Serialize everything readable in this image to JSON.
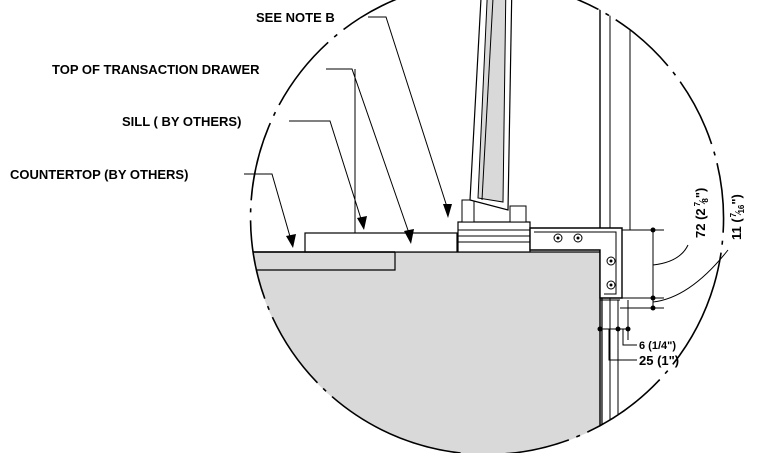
{
  "callouts": {
    "see_note_b": "SEE NOTE B",
    "top_of_transaction_drawer": "TOP OF TRANSACTION DRAWER",
    "sill": "SILL ( BY OTHERS)",
    "countertop": "COUNTERTOP (BY OTHERS)"
  },
  "dimensions": {
    "d72_main": "72 (2",
    "d72_num": "7",
    "d72_den": "8",
    "d72_close": "\")",
    "d11_main": "11 (",
    "d11_num": "7",
    "d11_den": "16",
    "d11_close": "\")",
    "d6": "6 (1/4\")",
    "d25": "25 (1\")"
  },
  "colors": {
    "countertop_fill": "#d9d9d9",
    "line": "#000000",
    "background": "#ffffff"
  }
}
